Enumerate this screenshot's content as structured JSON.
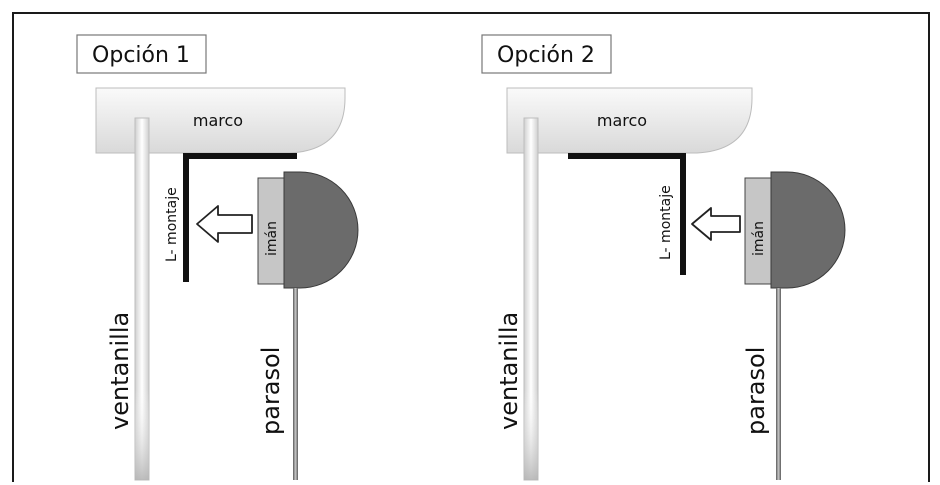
{
  "options": [
    {
      "title": "Opción 1",
      "frame_label": "marco",
      "bracket_label": "L- montaje",
      "magnet_label": "imán",
      "window_label": "ventanilla",
      "shade_label": "parasol"
    },
    {
      "title": "Opción 2",
      "frame_label": "marco",
      "bracket_label": "L- montaje",
      "magnet_label": "imán",
      "window_label": "ventanilla",
      "shade_label": "parasol"
    }
  ],
  "colors": {
    "frame_fill": "#e8e8e8",
    "bracket": "#111111",
    "magnet": "#c4c4c4",
    "shade_head": "#6b6b6b",
    "cord": "#8a8a8a",
    "outline": "#1a1a1a"
  }
}
